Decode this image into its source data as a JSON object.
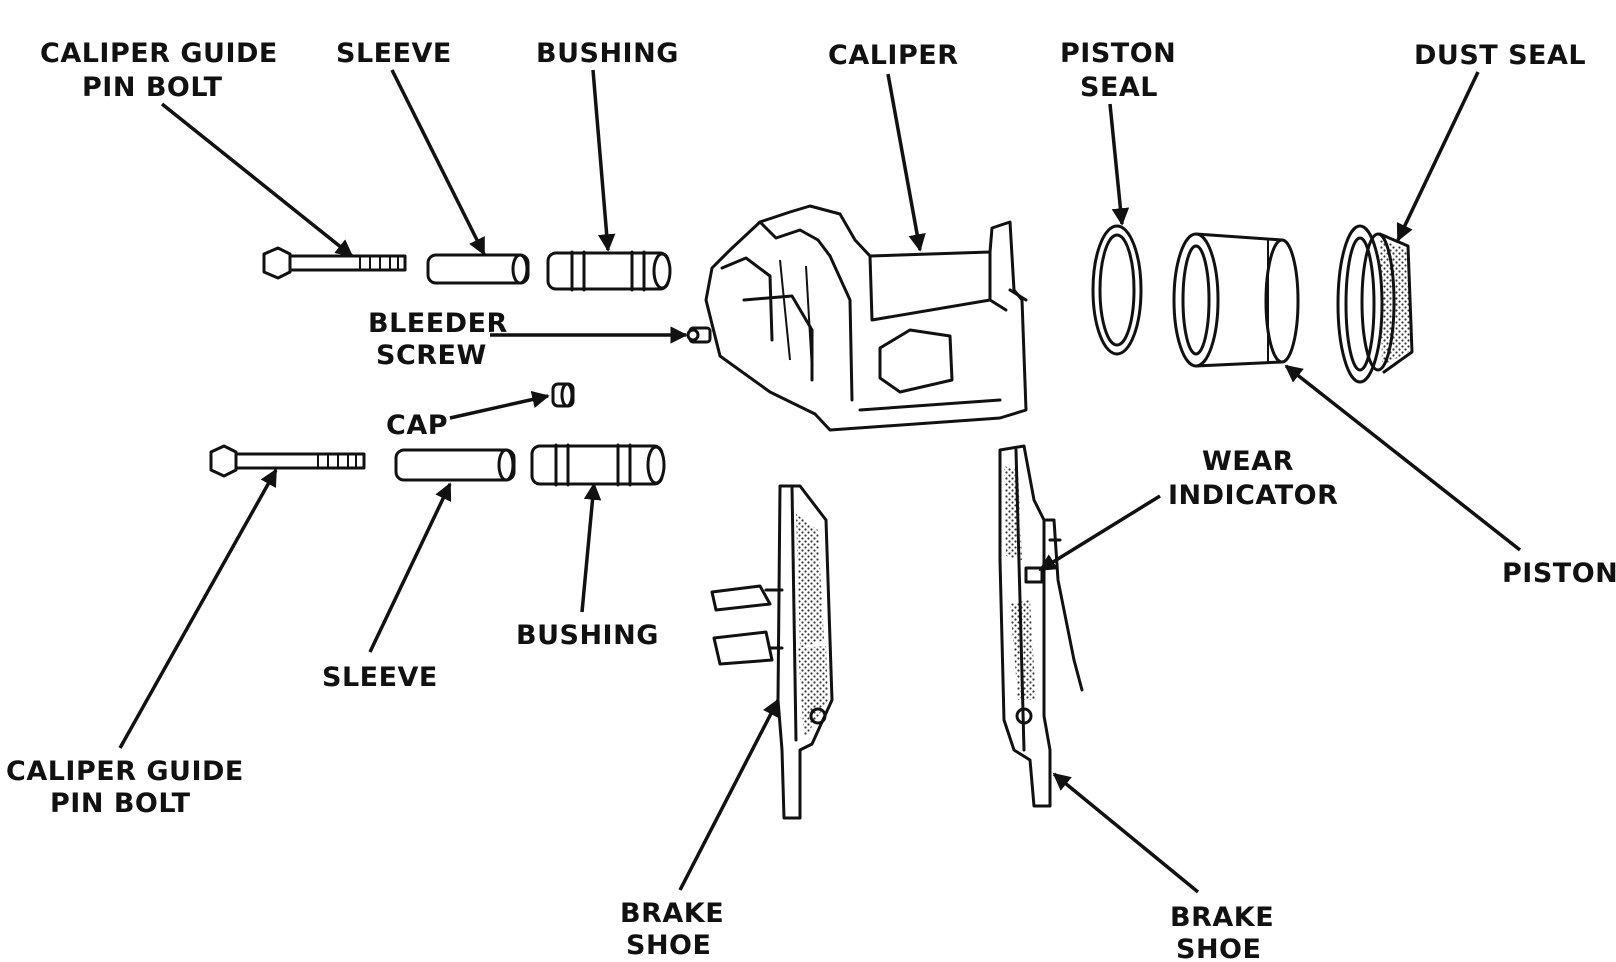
{
  "labels": {
    "caliper_guide_pin_bolt_top": [
      "CALIPER GUIDE",
      "PIN BOLT"
    ],
    "sleeve_top": "SLEEVE",
    "bushing_top": "BUSHING",
    "caliper": "CALIPER",
    "piston_seal": [
      "PISTON",
      "SEAL"
    ],
    "dust_seal": "DUST SEAL",
    "bleeder_screw": [
      "BLEEDER",
      "SCREW"
    ],
    "cap": "CAP",
    "wear_indicator": [
      "WEAR",
      "INDICATOR"
    ],
    "piston": "PISTON",
    "bushing_bottom": "BUSHING",
    "sleeve_bottom": "SLEEVE",
    "caliper_guide_pin_bolt_bottom": [
      "CALIPER GUIDE",
      "PIN BOLT"
    ],
    "brake_shoe_left": [
      "BRAKE",
      "SHOE"
    ],
    "brake_shoe_right": [
      "BRAKE",
      "SHOE"
    ]
  }
}
